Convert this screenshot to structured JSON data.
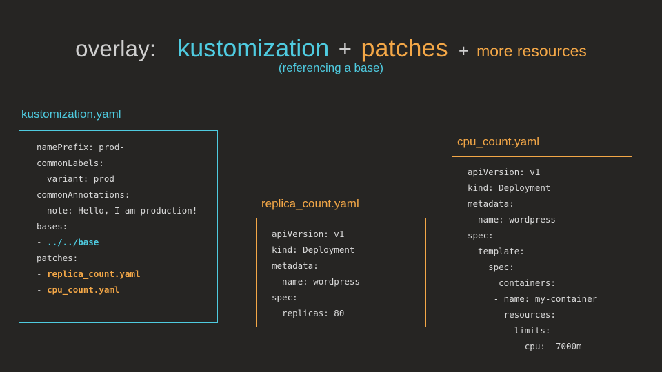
{
  "slide": {
    "background_color": "#262523",
    "accent_cyan": "#4fcbe0",
    "accent_orange": "#f3a747",
    "text_gray": "#cfcfcf",
    "code_text": "#d8d8d8"
  },
  "heading": {
    "label": "overlay:",
    "term_one": "kustomization",
    "plus_one": "+",
    "term_two": "patches",
    "plus_two": "+",
    "term_three": "more resources",
    "subtitle": "(referencing a base)"
  },
  "files": [
    {
      "id": "kustomization",
      "title": "kustomization.yaml",
      "title_color": "#4fcbe0",
      "border_color": "#4fcbe0",
      "lines": [
        {
          "text": "namePrefix: prod-",
          "style": "plain"
        },
        {
          "text": "commonLabels:",
          "style": "plain"
        },
        {
          "text": "  variant: prod",
          "style": "plain"
        },
        {
          "text": "commonAnnotations:",
          "style": "plain"
        },
        {
          "text": "  note: Hello, I am production!",
          "style": "plain"
        },
        {
          "text": "bases:",
          "style": "plain"
        },
        {
          "prefix": "- ",
          "text": "../../base",
          "style": "cyan"
        },
        {
          "text": "patches:",
          "style": "plain"
        },
        {
          "prefix": "- ",
          "text": "replica_count.yaml",
          "style": "orange"
        },
        {
          "prefix": "- ",
          "text": "cpu_count.yaml",
          "style": "orange"
        }
      ]
    },
    {
      "id": "replica",
      "title": "replica_count.yaml",
      "title_color": "#f3a747",
      "border_color": "#f3a747",
      "lines": [
        {
          "text": "apiVersion: v1",
          "style": "plain"
        },
        {
          "text": "kind: Deployment",
          "style": "plain"
        },
        {
          "text": "metadata:",
          "style": "plain"
        },
        {
          "text": "  name: wordpress",
          "style": "plain"
        },
        {
          "text": "spec:",
          "style": "plain"
        },
        {
          "text": "  replicas: 80",
          "style": "plain"
        }
      ]
    },
    {
      "id": "cpu",
      "title": "cpu_count.yaml",
      "title_color": "#f3a747",
      "border_color": "#f3a747",
      "lines": [
        {
          "text": "apiVersion: v1",
          "style": "plain"
        },
        {
          "text": "kind: Deployment",
          "style": "plain"
        },
        {
          "text": "metadata:",
          "style": "plain"
        },
        {
          "text": "  name: wordpress",
          "style": "plain"
        },
        {
          "text": "spec:",
          "style": "plain"
        },
        {
          "text": "  template:",
          "style": "plain"
        },
        {
          "text": "    spec:",
          "style": "plain"
        },
        {
          "text": "      containers:",
          "style": "plain"
        },
        {
          "text": "     - name: my-container",
          "style": "plain"
        },
        {
          "text": "       resources:",
          "style": "plain"
        },
        {
          "text": "         limits:",
          "style": "plain"
        },
        {
          "text": "           cpu:  7000m",
          "style": "plain"
        }
      ]
    }
  ]
}
